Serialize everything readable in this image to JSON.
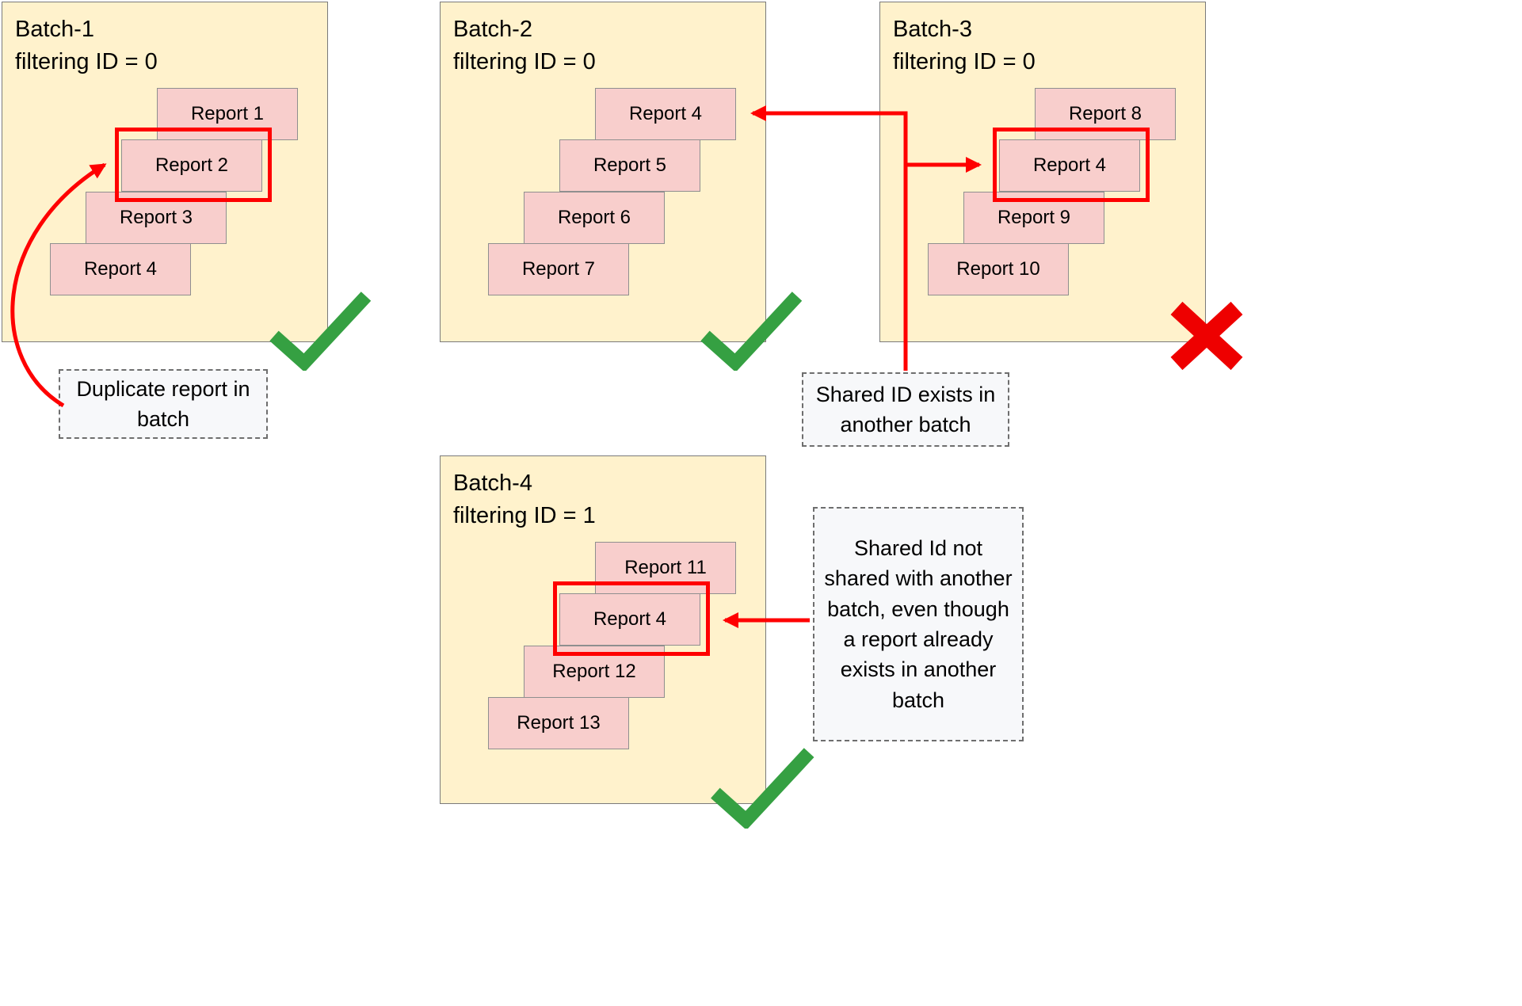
{
  "batches": [
    {
      "title": "Batch-1",
      "subtitle": "filtering ID = 0",
      "reports": [
        "Report 1",
        "Report 2",
        "Report 3",
        "Report 4"
      ],
      "highlighted_report": "Report 2",
      "status": "valid"
    },
    {
      "title": "Batch-2",
      "subtitle": "filtering ID = 0",
      "reports": [
        "Report 4",
        "Report 5",
        "Report 6",
        "Report 7"
      ],
      "highlighted_report": null,
      "status": "valid"
    },
    {
      "title": "Batch-3",
      "subtitle": "filtering ID = 0",
      "reports": [
        "Report 8",
        "Report 4",
        "Report 9",
        "Report 10"
      ],
      "highlighted_report": "Report 4",
      "status": "invalid"
    },
    {
      "title": "Batch-4",
      "subtitle": "filtering ID = 1",
      "reports": [
        "Report 11",
        "Report 4",
        "Report 12",
        "Report 13"
      ],
      "highlighted_report": "Report 4",
      "status": "valid"
    }
  ],
  "annotations": {
    "duplicate": "Duplicate report in batch",
    "shared_exists": "Shared ID exists in another batch",
    "shared_not": "Shared Id not shared with another batch, even though a report already exists in another batch"
  },
  "icons": {
    "valid": "check-icon",
    "invalid": "x-icon",
    "arrows": [
      "duplicate-report-arrow",
      "shared-id-arrow",
      "not-shared-arrow"
    ]
  },
  "colors": {
    "batch_fill": "#fff2cc",
    "batch_border": "#7a7a7a",
    "report_fill": "#f8cecc",
    "report_border": "#8f8f8f",
    "highlight": "#ff0000",
    "arrow": "#ff0000",
    "check_green": "#35a042",
    "x_red": "#ee0000"
  }
}
